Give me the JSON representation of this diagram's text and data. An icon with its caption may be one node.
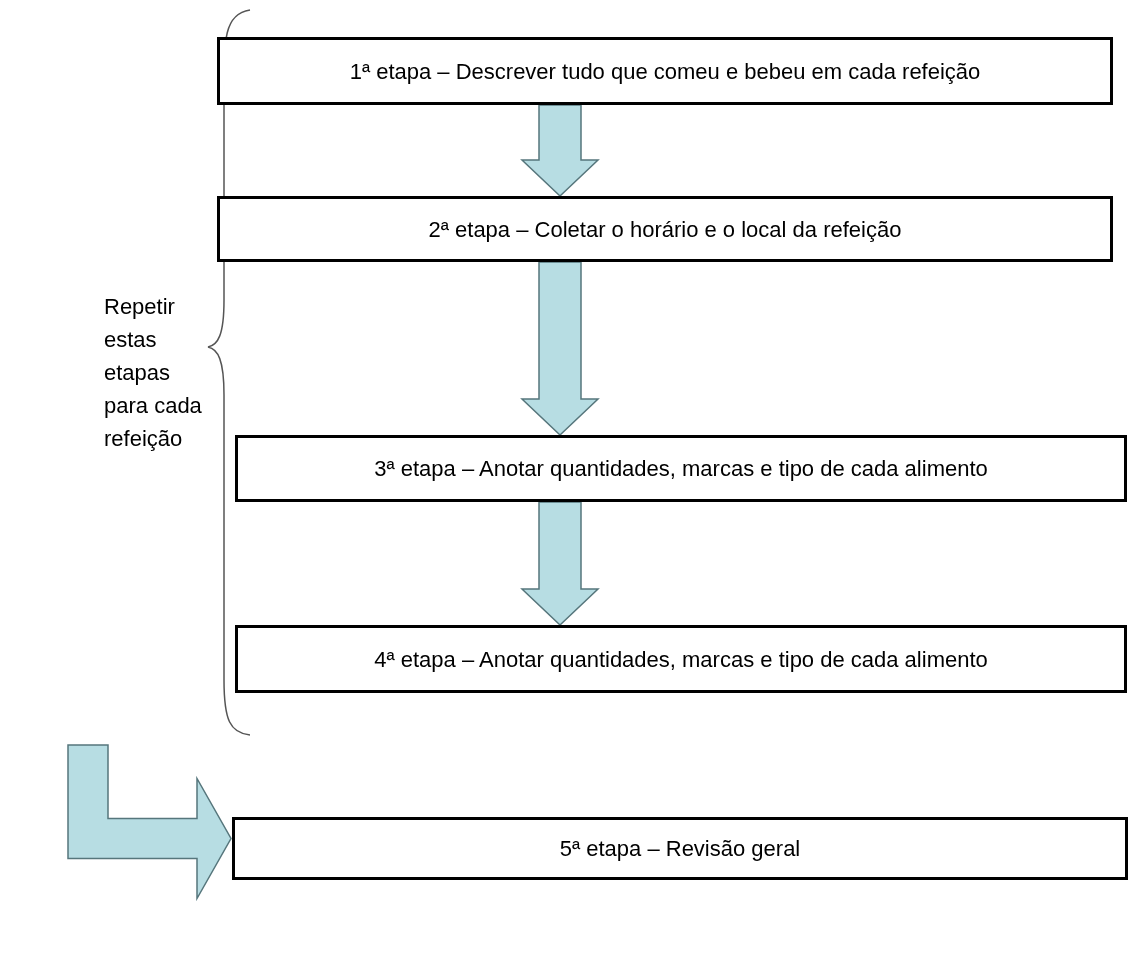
{
  "diagram": {
    "nodes": [
      {
        "text": [
          "1ª etapa – Descrever tudo que comeu e bebeu em cada refeição"
        ]
      },
      {
        "text": [
          "2ª etapa – Coletar o horário e o local da refeição"
        ]
      },
      {
        "text": [
          "3ª etapa – Anotar quantidades, marcas e tipo de cada alimento"
        ]
      },
      {
        "text": [
          "4ª etapa – Anotar quantidades, marcas e tipo de cada alimento"
        ]
      },
      {
        "text": [
          "5ª etapa – Revisão geral"
        ]
      }
    ],
    "edges": [
      {
        "from": 0,
        "to": 1,
        "arrow": "to"
      },
      {
        "from": 1,
        "to": 2,
        "arrow": "to"
      },
      {
        "from": 2,
        "to": 3,
        "arrow": "to"
      },
      {
        "from": null,
        "to": 4,
        "arrow": "to"
      }
    ],
    "labels": [
      "Repetir estas etapas para cada refeição"
    ]
  }
}
